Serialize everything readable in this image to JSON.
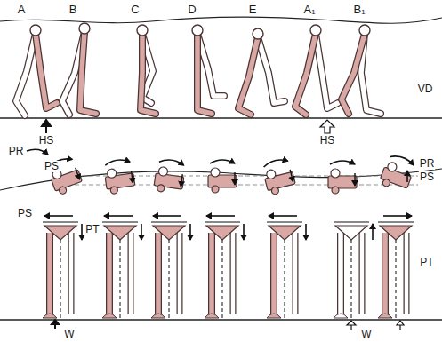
{
  "diagram": {
    "labels": [
      "A",
      "B",
      "C",
      "D",
      "E",
      "A₁",
      "B₁",
      "VD",
      "HS",
      "HS",
      "PR",
      "PS",
      "PR",
      "PS",
      "PS",
      "PT",
      "PT",
      "W",
      "W"
    ]
  }
}
